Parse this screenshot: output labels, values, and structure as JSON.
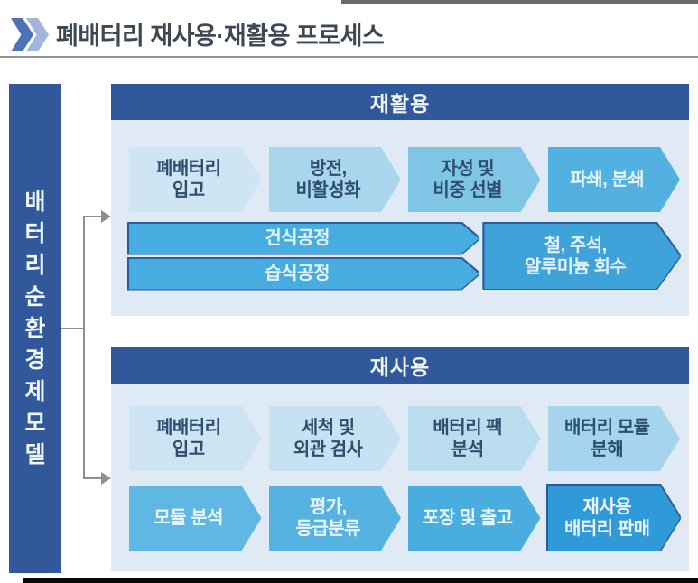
{
  "title": {
    "text": "폐배터리 재사용·재활용 프로세스",
    "chevron_colors": {
      "dark": "#4d72b6",
      "light": "#a2b5dc"
    }
  },
  "sidebar": {
    "label": "배터리순환경제모델",
    "chars": [
      "배",
      "터",
      "리",
      "순",
      "환",
      "경",
      "제",
      "모",
      "델"
    ],
    "bg": "#31589b",
    "text_color": "#f2f7fc"
  },
  "connector": {
    "color": "#8f8f8f"
  },
  "colors": {
    "panel_header_bg": "#31589b",
    "panel_body_bg": "#dfeaf5",
    "navy_text": "#2f4d71",
    "white_text": "#eaf5fc",
    "arrow_border": "#2a5c9c",
    "divider": "#8f9398",
    "title_text": "#3e4855"
  },
  "panels": [
    {
      "id": "recycling",
      "header": "재활용",
      "rows": [
        {
          "steps": [
            {
              "label": "폐배터리\n입고",
              "fill": "#cfe5f3",
              "ink": "#2f4d71"
            },
            {
              "label": "방전,\n비활성화",
              "fill": "#a9d6ed",
              "ink": "#2f4d71"
            },
            {
              "label": "자성 및\n비중 선별",
              "fill": "#7fc5e6",
              "ink": "#2f4d71"
            },
            {
              "label": "파쇄, 분쇄",
              "fill": "#52b1e0",
              "ink": "#eaf5fc"
            }
          ]
        },
        {
          "steps": [
            {
              "label": "건식공정",
              "fill": "#47ace0",
              "ink": "#e4f3fb"
            },
            {
              "label": "습식공정",
              "fill": "#47ace0",
              "ink": "#e4f3fb"
            },
            {
              "label": "철, 주석,\n알루미늄 회수",
              "fill": "#3fa2d8",
              "ink": "#e4f3fb"
            }
          ]
        }
      ]
    },
    {
      "id": "reuse",
      "header": "재사용",
      "rows": [
        {
          "steps": [
            {
              "label": "폐배터리\n입고",
              "fill": "#cde4f2",
              "ink": "#2f4d71"
            },
            {
              "label": "세척 및\n외관 검사",
              "fill": "#c6e1f1",
              "ink": "#2f4d71"
            },
            {
              "label": "배터리 팩\n분석",
              "fill": "#badcef",
              "ink": "#2f4d71"
            },
            {
              "label": "배터리 모듈\n분해",
              "fill": "#a5d4ec",
              "ink": "#2f4d71"
            }
          ]
        },
        {
          "steps": [
            {
              "label": "모듈 분석",
              "fill": "#5fb7e3",
              "ink": "#eaf5fc"
            },
            {
              "label": "평가,\n등급분류",
              "fill": "#55b2e1",
              "ink": "#eaf5fc"
            },
            {
              "label": "포장 및 출고",
              "fill": "#49ade0",
              "ink": "#eaf5fc"
            },
            {
              "label": "재사용\n배터리 판매",
              "fill": "#2f9ad7",
              "ink": "#eaf5fc"
            }
          ]
        }
      ]
    }
  ]
}
